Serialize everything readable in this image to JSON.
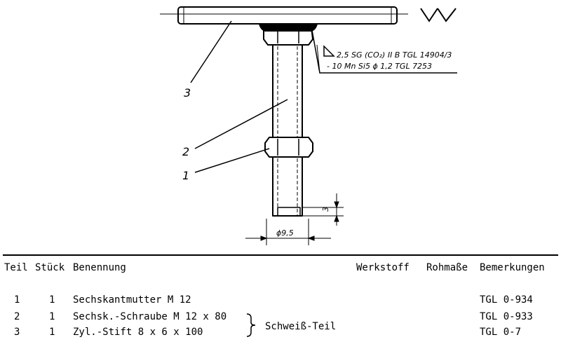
{
  "callouts": {
    "c1": "1",
    "c2": "2",
    "c3": "3"
  },
  "weld": {
    "line1": "2,5 SG (CO₂) II B TGL 14904/3",
    "line2": "- 10 Mn Si5  ϕ 1,2  TGL 7253"
  },
  "dims": {
    "dia": "ϕ9,5",
    "len": "3"
  },
  "table": {
    "headers": {
      "teil": "Teil",
      "stueck": "Stück",
      "benennung": "Benennung",
      "werkstoff": "Werkstoff",
      "rohmasse": "Rohmaße",
      "bemerkungen": "Bemerkungen"
    },
    "rows": [
      {
        "teil": "1",
        "stueck": "1",
        "benennung": "Sechskantmutter M 12",
        "bemerkungen": "TGL 0-934"
      },
      {
        "teil": "2",
        "stueck": "1",
        "benennung": "Sechsk.-Schraube M 12 x 80",
        "bemerkungen": "TGL 0-933"
      },
      {
        "teil": "3",
        "stueck": "1",
        "benennung": "Zyl.-Stift 8 x 6 x 100",
        "bemerkungen": "TGL 0-7"
      }
    ],
    "group_label": "Schweiß-Teil"
  }
}
